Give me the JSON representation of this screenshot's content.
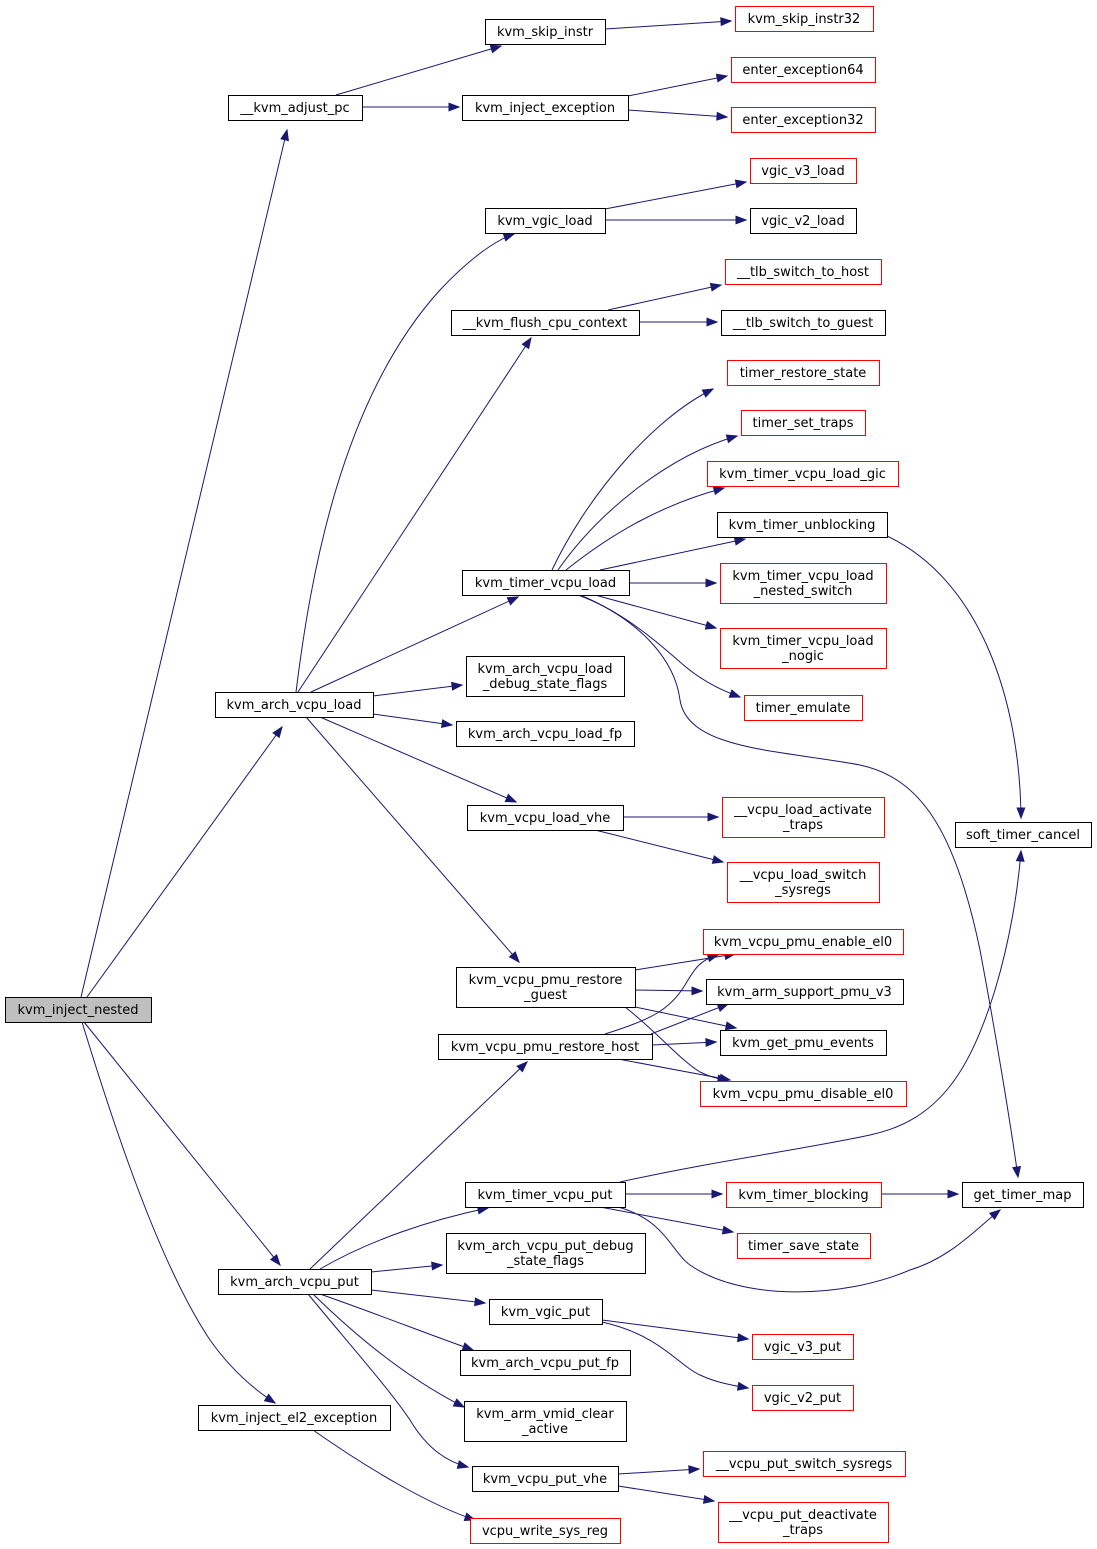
{
  "title": "",
  "colors": {
    "edge": "#191970",
    "border_documented": "#000000",
    "border_truncated": "#ff0000",
    "root_fill": "#bfbfbf"
  },
  "nodes": [
    {
      "id": "kvm_inject_nested",
      "lines": [
        "kvm_inject_nested"
      ],
      "kind": "root"
    },
    {
      "id": "__kvm_adjust_pc",
      "lines": [
        "__kvm_adjust_pc"
      ],
      "kind": "black"
    },
    {
      "id": "kvm_skip_instr",
      "lines": [
        "kvm_skip_instr"
      ],
      "kind": "black"
    },
    {
      "id": "kvm_skip_instr32",
      "lines": [
        "kvm_skip_instr32"
      ],
      "kind": "red"
    },
    {
      "id": "kvm_inject_exception",
      "lines": [
        "kvm_inject_exception"
      ],
      "kind": "black"
    },
    {
      "id": "enter_exception64",
      "lines": [
        "enter_exception64"
      ],
      "kind": "red"
    },
    {
      "id": "enter_exception32",
      "lines": [
        "enter_exception32"
      ],
      "kind": "red"
    },
    {
      "id": "kvm_vgic_load",
      "lines": [
        "kvm_vgic_load"
      ],
      "kind": "black"
    },
    {
      "id": "vgic_v3_load",
      "lines": [
        "vgic_v3_load"
      ],
      "kind": "red"
    },
    {
      "id": "vgic_v2_load",
      "lines": [
        "vgic_v2_load"
      ],
      "kind": "black"
    },
    {
      "id": "__kvm_flush_cpu_context",
      "lines": [
        "__kvm_flush_cpu_context"
      ],
      "kind": "black"
    },
    {
      "id": "__tlb_switch_to_host",
      "lines": [
        "__tlb_switch_to_host"
      ],
      "kind": "red"
    },
    {
      "id": "__tlb_switch_to_guest",
      "lines": [
        "__tlb_switch_to_guest"
      ],
      "kind": "black"
    },
    {
      "id": "timer_restore_state",
      "lines": [
        "timer_restore_state"
      ],
      "kind": "red"
    },
    {
      "id": "timer_set_traps",
      "lines": [
        "timer_set_traps"
      ],
      "kind": "red"
    },
    {
      "id": "kvm_timer_vcpu_load_gic",
      "lines": [
        "kvm_timer_vcpu_load_gic"
      ],
      "kind": "red"
    },
    {
      "id": "kvm_timer_unblocking",
      "lines": [
        "kvm_timer_unblocking"
      ],
      "kind": "black"
    },
    {
      "id": "kvm_timer_vcpu_load",
      "lines": [
        "kvm_timer_vcpu_load"
      ],
      "kind": "black"
    },
    {
      "id": "kvm_timer_vcpu_load_nested_switch",
      "lines": [
        "kvm_timer_vcpu_load",
        "_nested_switch"
      ],
      "kind": "red"
    },
    {
      "id": "kvm_timer_vcpu_load_nogic",
      "lines": [
        "kvm_timer_vcpu_load",
        "_nogic"
      ],
      "kind": "red"
    },
    {
      "id": "timer_emulate",
      "lines": [
        "timer_emulate"
      ],
      "kind": "red"
    },
    {
      "id": "kvm_arch_vcpu_load_debug_state_flags",
      "lines": [
        "kvm_arch_vcpu_load",
        "_debug_state_flags"
      ],
      "kind": "black"
    },
    {
      "id": "kvm_arch_vcpu_load",
      "lines": [
        "kvm_arch_vcpu_load"
      ],
      "kind": "black"
    },
    {
      "id": "kvm_arch_vcpu_load_fp",
      "lines": [
        "kvm_arch_vcpu_load_fp"
      ],
      "kind": "black"
    },
    {
      "id": "kvm_vcpu_load_vhe",
      "lines": [
        "kvm_vcpu_load_vhe"
      ],
      "kind": "black"
    },
    {
      "id": "__vcpu_load_activate_traps",
      "lines": [
        "__vcpu_load_activate",
        "_traps"
      ],
      "kind": "red"
    },
    {
      "id": "soft_timer_cancel",
      "lines": [
        "soft_timer_cancel"
      ],
      "kind": "black"
    },
    {
      "id": "__vcpu_load_switch_sysregs",
      "lines": [
        "__vcpu_load_switch",
        "_sysregs"
      ],
      "kind": "red"
    },
    {
      "id": "kvm_vcpu_pmu_enable_el0",
      "lines": [
        "kvm_vcpu_pmu_enable_el0"
      ],
      "kind": "red"
    },
    {
      "id": "kvm_vcpu_pmu_restore_guest",
      "lines": [
        "kvm_vcpu_pmu_restore",
        "_guest"
      ],
      "kind": "black"
    },
    {
      "id": "kvm_arm_support_pmu_v3",
      "lines": [
        "kvm_arm_support_pmu_v3"
      ],
      "kind": "black"
    },
    {
      "id": "kvm_vcpu_pmu_restore_host",
      "lines": [
        "kvm_vcpu_pmu_restore_host"
      ],
      "kind": "black"
    },
    {
      "id": "kvm_get_pmu_events",
      "lines": [
        "kvm_get_pmu_events"
      ],
      "kind": "black"
    },
    {
      "id": "kvm_vcpu_pmu_disable_el0",
      "lines": [
        "kvm_vcpu_pmu_disable_el0"
      ],
      "kind": "red"
    },
    {
      "id": "kvm_timer_vcpu_put",
      "lines": [
        "kvm_timer_vcpu_put"
      ],
      "kind": "black"
    },
    {
      "id": "kvm_timer_blocking",
      "lines": [
        "kvm_timer_blocking"
      ],
      "kind": "red"
    },
    {
      "id": "get_timer_map",
      "lines": [
        "get_timer_map"
      ],
      "kind": "black"
    },
    {
      "id": "timer_save_state",
      "lines": [
        "timer_save_state"
      ],
      "kind": "red"
    },
    {
      "id": "kvm_arch_vcpu_put_debug_state_flags",
      "lines": [
        "kvm_arch_vcpu_put_debug",
        "_state_flags"
      ],
      "kind": "black"
    },
    {
      "id": "kvm_arch_vcpu_put",
      "lines": [
        "kvm_arch_vcpu_put"
      ],
      "kind": "black"
    },
    {
      "id": "kvm_vgic_put",
      "lines": [
        "kvm_vgic_put"
      ],
      "kind": "black"
    },
    {
      "id": "vgic_v3_put",
      "lines": [
        "vgic_v3_put"
      ],
      "kind": "red"
    },
    {
      "id": "kvm_arch_vcpu_put_fp",
      "lines": [
        "kvm_arch_vcpu_put_fp"
      ],
      "kind": "black"
    },
    {
      "id": "vgic_v2_put",
      "lines": [
        "vgic_v2_put"
      ],
      "kind": "red"
    },
    {
      "id": "kvm_inject_el2_exception",
      "lines": [
        "kvm_inject_el2_exception"
      ],
      "kind": "black"
    },
    {
      "id": "kvm_arm_vmid_clear_active",
      "lines": [
        "kvm_arm_vmid_clear",
        "_active"
      ],
      "kind": "black"
    },
    {
      "id": "kvm_vcpu_put_vhe",
      "lines": [
        "kvm_vcpu_put_vhe"
      ],
      "kind": "black"
    },
    {
      "id": "__vcpu_put_switch_sysregs",
      "lines": [
        "__vcpu_put_switch_sysregs"
      ],
      "kind": "red"
    },
    {
      "id": "__vcpu_put_deactivate_traps",
      "lines": [
        "__vcpu_put_deactivate",
        "_traps"
      ],
      "kind": "red"
    },
    {
      "id": "vcpu_write_sys_reg",
      "lines": [
        "vcpu_write_sys_reg"
      ],
      "kind": "red"
    }
  ],
  "edges": [
    [
      "kvm_inject_nested",
      "__kvm_adjust_pc"
    ],
    [
      "kvm_inject_nested",
      "kvm_arch_vcpu_load"
    ],
    [
      "kvm_inject_nested",
      "kvm_arch_vcpu_put"
    ],
    [
      "kvm_inject_nested",
      "kvm_inject_el2_exception"
    ],
    [
      "__kvm_adjust_pc",
      "kvm_skip_instr"
    ],
    [
      "__kvm_adjust_pc",
      "kvm_inject_exception"
    ],
    [
      "kvm_skip_instr",
      "kvm_skip_instr32"
    ],
    [
      "kvm_inject_exception",
      "enter_exception64"
    ],
    [
      "kvm_inject_exception",
      "enter_exception32"
    ],
    [
      "kvm_vgic_load",
      "vgic_v3_load"
    ],
    [
      "kvm_vgic_load",
      "vgic_v2_load"
    ],
    [
      "__kvm_flush_cpu_context",
      "__tlb_switch_to_host"
    ],
    [
      "__kvm_flush_cpu_context",
      "__tlb_switch_to_guest"
    ],
    [
      "kvm_arch_vcpu_load",
      "kvm_vgic_load"
    ],
    [
      "kvm_arch_vcpu_load",
      "__kvm_flush_cpu_context"
    ],
    [
      "kvm_arch_vcpu_load",
      "kvm_timer_vcpu_load"
    ],
    [
      "kvm_arch_vcpu_load",
      "kvm_arch_vcpu_load_debug_state_flags"
    ],
    [
      "kvm_arch_vcpu_load",
      "kvm_arch_vcpu_load_fp"
    ],
    [
      "kvm_arch_vcpu_load",
      "kvm_vcpu_load_vhe"
    ],
    [
      "kvm_arch_vcpu_load",
      "kvm_vcpu_pmu_restore_guest"
    ],
    [
      "kvm_timer_vcpu_load",
      "timer_restore_state"
    ],
    [
      "kvm_timer_vcpu_load",
      "timer_set_traps"
    ],
    [
      "kvm_timer_vcpu_load",
      "kvm_timer_vcpu_load_gic"
    ],
    [
      "kvm_timer_vcpu_load",
      "kvm_timer_unblocking"
    ],
    [
      "kvm_timer_vcpu_load",
      "kvm_timer_vcpu_load_nested_switch"
    ],
    [
      "kvm_timer_vcpu_load",
      "kvm_timer_vcpu_load_nogic"
    ],
    [
      "kvm_timer_vcpu_load",
      "timer_emulate"
    ],
    [
      "kvm_timer_vcpu_load",
      "get_timer_map"
    ],
    [
      "kvm_timer_unblocking",
      "soft_timer_cancel"
    ],
    [
      "kvm_vcpu_load_vhe",
      "__vcpu_load_activate_traps"
    ],
    [
      "kvm_vcpu_load_vhe",
      "__vcpu_load_switch_sysregs"
    ],
    [
      "kvm_vcpu_pmu_restore_guest",
      "kvm_vcpu_pmu_enable_el0"
    ],
    [
      "kvm_vcpu_pmu_restore_guest",
      "kvm_arm_support_pmu_v3"
    ],
    [
      "kvm_vcpu_pmu_restore_guest",
      "kvm_get_pmu_events"
    ],
    [
      "kvm_vcpu_pmu_restore_guest",
      "kvm_vcpu_pmu_disable_el0"
    ],
    [
      "kvm_vcpu_pmu_restore_host",
      "kvm_vcpu_pmu_enable_el0"
    ],
    [
      "kvm_vcpu_pmu_restore_host",
      "kvm_arm_support_pmu_v3"
    ],
    [
      "kvm_vcpu_pmu_restore_host",
      "kvm_get_pmu_events"
    ],
    [
      "kvm_vcpu_pmu_restore_host",
      "kvm_vcpu_pmu_disable_el0"
    ],
    [
      "kvm_arch_vcpu_put",
      "kvm_vcpu_pmu_restore_host"
    ],
    [
      "kvm_arch_vcpu_put",
      "kvm_timer_vcpu_put"
    ],
    [
      "kvm_arch_vcpu_put",
      "kvm_arch_vcpu_put_debug_state_flags"
    ],
    [
      "kvm_arch_vcpu_put",
      "kvm_vgic_put"
    ],
    [
      "kvm_arch_vcpu_put",
      "kvm_arch_vcpu_put_fp"
    ],
    [
      "kvm_arch_vcpu_put",
      "kvm_arm_vmid_clear_active"
    ],
    [
      "kvm_arch_vcpu_put",
      "kvm_vcpu_put_vhe"
    ],
    [
      "kvm_timer_vcpu_put",
      "soft_timer_cancel"
    ],
    [
      "kvm_timer_vcpu_put",
      "kvm_timer_blocking"
    ],
    [
      "kvm_timer_vcpu_put",
      "timer_save_state"
    ],
    [
      "kvm_timer_vcpu_put",
      "get_timer_map"
    ],
    [
      "kvm_timer_blocking",
      "get_timer_map"
    ],
    [
      "kvm_vgic_put",
      "vgic_v3_put"
    ],
    [
      "kvm_vgic_put",
      "vgic_v2_put"
    ],
    [
      "kvm_vcpu_put_vhe",
      "__vcpu_put_switch_sysregs"
    ],
    [
      "kvm_vcpu_put_vhe",
      "__vcpu_put_deactivate_traps"
    ],
    [
      "kvm_inject_el2_exception",
      "vcpu_write_sys_reg"
    ]
  ]
}
